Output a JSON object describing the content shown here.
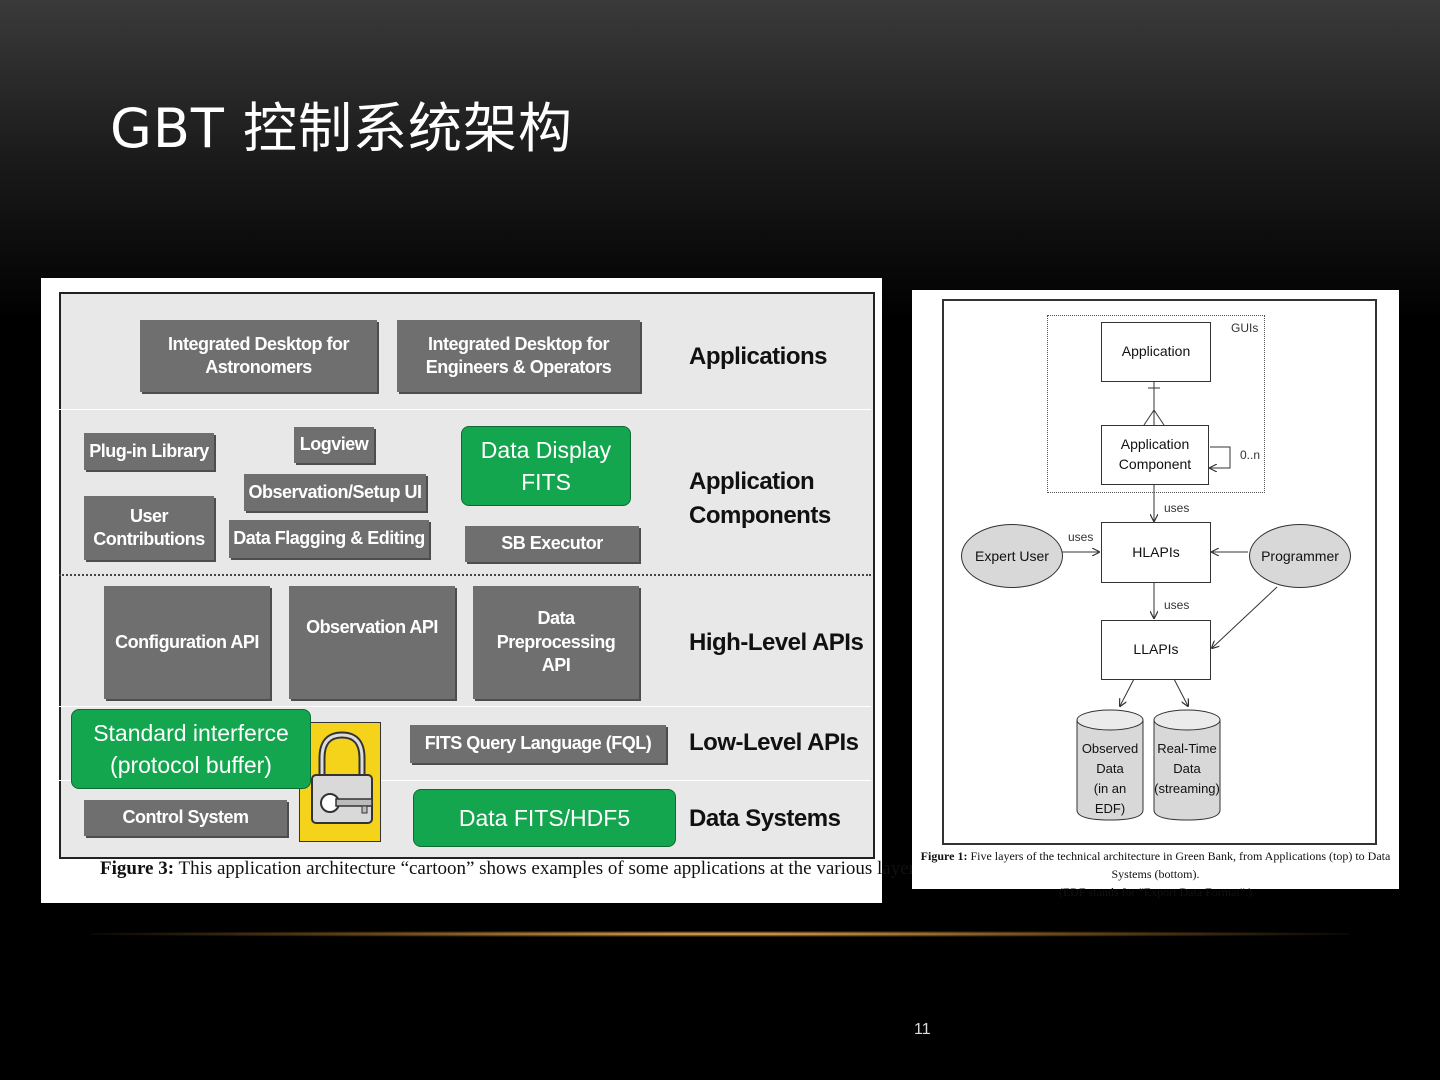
{
  "slide": {
    "title": "GBT 控制系统架构",
    "page_number": "11"
  },
  "fig3": {
    "boxes": {
      "desk_astro": "Integrated Desktop for Astronomers",
      "desk_eng": "Integrated Desktop for Engineers & Operators",
      "plugin": "Plug-in Library",
      "logview": "Logview",
      "obs_setup": "Observation/Setup UI",
      "user_contrib": "User Contributions",
      "data_flag": "Data Flagging & Editing",
      "sb_exec": "SB Executor",
      "config_api": "Configuration API",
      "obs_api": "Observation API",
      "data_pre_api": "Data Preprocessing API",
      "fql": "FITS Query Language (FQL)",
      "control": "Control System"
    },
    "layers": {
      "applications": "Applications",
      "app_components": "Application Components",
      "high_level": "High-Level APIs",
      "low_level": "Low-Level APIs",
      "data_systems": "Data Systems"
    },
    "overlays": {
      "data_display": "Data Display FITS",
      "standard_if": "Standard interferce (protocol buffer)",
      "data_fits": "Data  FITS/HDF5"
    },
    "caption_bold": "Figure 3:",
    "caption": " This application architecture “cartoon” shows examples of some applications at the various layers.",
    "icon": "lock-and-key-icon"
  },
  "fig1": {
    "guis": "GUIs",
    "application": "Application",
    "app_component": "Application Component",
    "multiplicity": "0..n",
    "uses1": "uses",
    "uses2": "uses",
    "uses3": "uses",
    "expert_user": "Expert User",
    "hlapis": "HLAPIs",
    "programmer": "Programmer",
    "llapis": "LLAPIs",
    "observed": [
      "Observed",
      "Data",
      "(in an EDF)"
    ],
    "realtime": [
      "Real-Time",
      "Data",
      "(streaming)"
    ],
    "caption_bold": "Figure 1:",
    "caption1": " Five layers of the technical architecture in Green Bank, from Applications (top) to Data Systems (bottom).",
    "caption2": "(EDF stands for “Export Data Format”.)"
  },
  "colors": {
    "green_overlay": "#14a64e",
    "gray_box": "#6f6f6f",
    "accent_line": "#e0a040"
  }
}
